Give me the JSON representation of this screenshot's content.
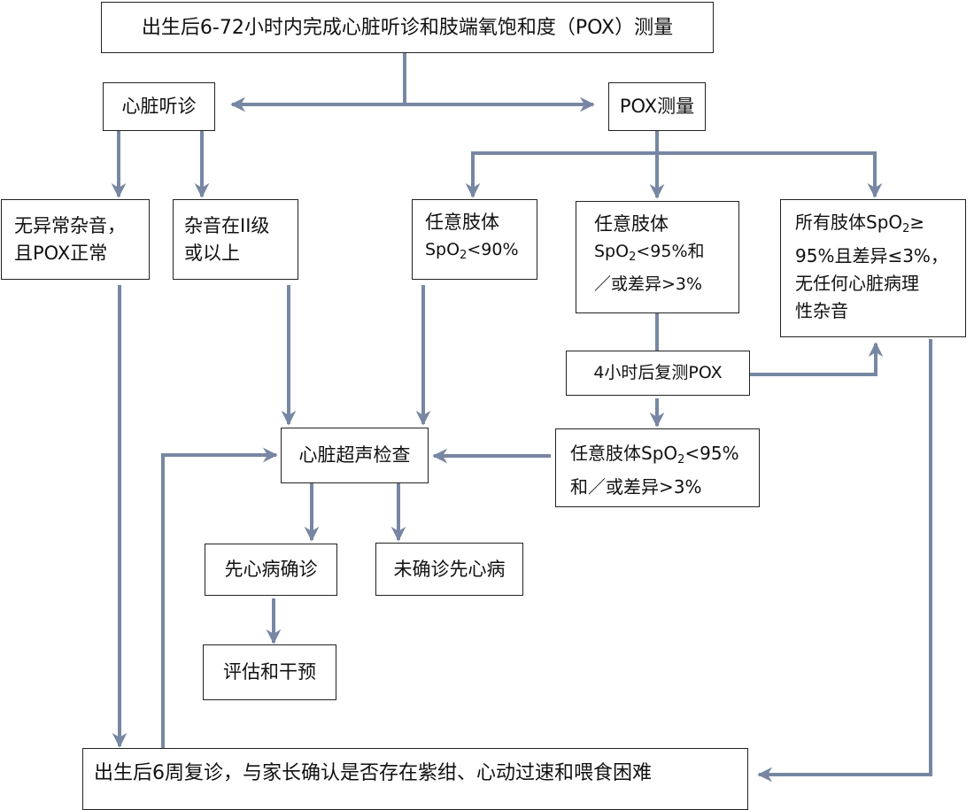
{
  "colors": {
    "arrow": "#7787A3",
    "border": "#222222",
    "text": "#111111"
  },
  "nodes": {
    "start": "出生后6-72小时内完成心脏听诊和肢端氧饱和度（POX）测量",
    "auscultation": "心脏听诊",
    "pox": "POX测量",
    "no_murmur": {
      "line1": "无异常杂音，",
      "line2": "且POX正常"
    },
    "murmur_grade2": {
      "line1": "杂音在II级",
      "line2": "或以上"
    },
    "spo2_lt90": {
      "line1": "任意肢体",
      "line2_pre": "SpO",
      "line2_sub": "2",
      "line2_post": "<90%"
    },
    "spo2_lt95": {
      "line1": "任意肢体",
      "line2_pre": "SpO",
      "line2_sub": "2",
      "line2_post": "<95%和",
      "line3": "／或差异>3%"
    },
    "all_normal": {
      "line1_pre": "所有肢体SpO",
      "line1_sub": "2",
      "line1_post": "≥",
      "line2": "95%且差异≤3%，",
      "line3": "无任何心脏病理",
      "line4": "性杂音"
    },
    "recheck": "4小时后复测POX",
    "recheck_abnormal": {
      "line1_pre": "任意肢体SpO",
      "line1_sub": "2",
      "line1_post": "<95%",
      "line2": "和／或差异>3%"
    },
    "echo": "心脏超声检查",
    "chd_confirmed": "先心病确诊",
    "chd_not_confirmed": "未确诊先心病",
    "assess": "评估和干预",
    "followup": "出生后6周复诊，与家长确认是否存在紫绀、心动过速和喂食困难"
  }
}
